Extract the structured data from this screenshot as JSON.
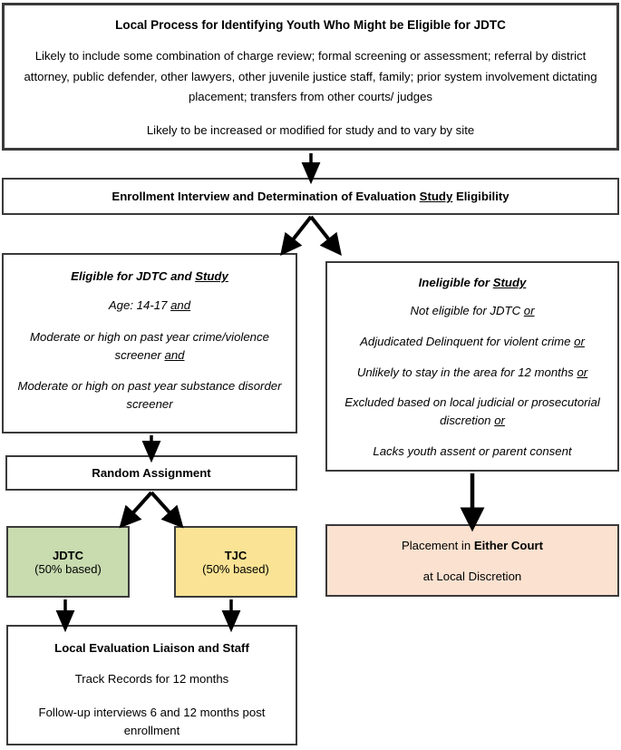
{
  "diagram": {
    "title": "JDTC Study Enrollment and Randomization Flowchart",
    "colors": {
      "border": "#3a3a3a",
      "jdtc_fill": "#c8dcb0",
      "tjc_fill": "#fae394",
      "placement_fill": "#fae1d0",
      "arrow": "#000000",
      "background": "#ffffff"
    }
  },
  "local_process": {
    "heading": "Local Process for Identifying Youth Who Might be Eligible for JDTC",
    "body": "Likely to include some combination of charge review; formal screening or assessment; referral by district attorney, public defender, other lawyers, other juvenile justice staff, family;  prior system involvement dictating placement; transfers from other courts/ judges",
    "note": "Likely to be increased or modified for study and to vary by site"
  },
  "enrollment": {
    "prefix": "Enrollment Interview and Determination of Evaluation ",
    "underlined": "Study",
    "suffix": " Eligibility"
  },
  "eligible": {
    "heading_prefix": "Eligible for JDTC and ",
    "heading_underlined": "Study",
    "criteria": [
      {
        "text": "Age: 14-17 ",
        "underlined": "and",
        "tail": ""
      },
      {
        "text": "Moderate or high on past year crime/violence screener ",
        "underlined": "and",
        "tail": ""
      },
      {
        "text": "Moderate or high on past year substance disorder screener",
        "underlined": "",
        "tail": ""
      }
    ]
  },
  "ineligible": {
    "heading_prefix": "Ineligible for ",
    "heading_underlined": "Study",
    "criteria": [
      {
        "text": "Not eligible for JDTC ",
        "underlined": "or"
      },
      {
        "text": "Adjudicated Delinquent for violent crime ",
        "underlined": "or"
      },
      {
        "text": "Unlikely to stay in the area for 12 months ",
        "underlined": "or"
      },
      {
        "text": "Excluded based on local judicial or prosecutorial discretion ",
        "underlined": "or"
      },
      {
        "text": "Lacks youth assent or parent consent",
        "underlined": ""
      }
    ]
  },
  "random_assignment": {
    "label": "Random Assignment"
  },
  "arms": [
    {
      "name": "JDTC",
      "detail": "(50% based)"
    },
    {
      "name": "TJC",
      "detail": "(50% based)"
    }
  ],
  "placement": {
    "line1_prefix": "Placement in ",
    "line1_bold": "Either Court",
    "line2": "at Local Discretion"
  },
  "liaison": {
    "heading": "Local Evaluation Liaison and Staff",
    "lines": [
      "Track Records for 12 months",
      "Follow-up interviews 6 and 12 months post enrollment"
    ]
  }
}
